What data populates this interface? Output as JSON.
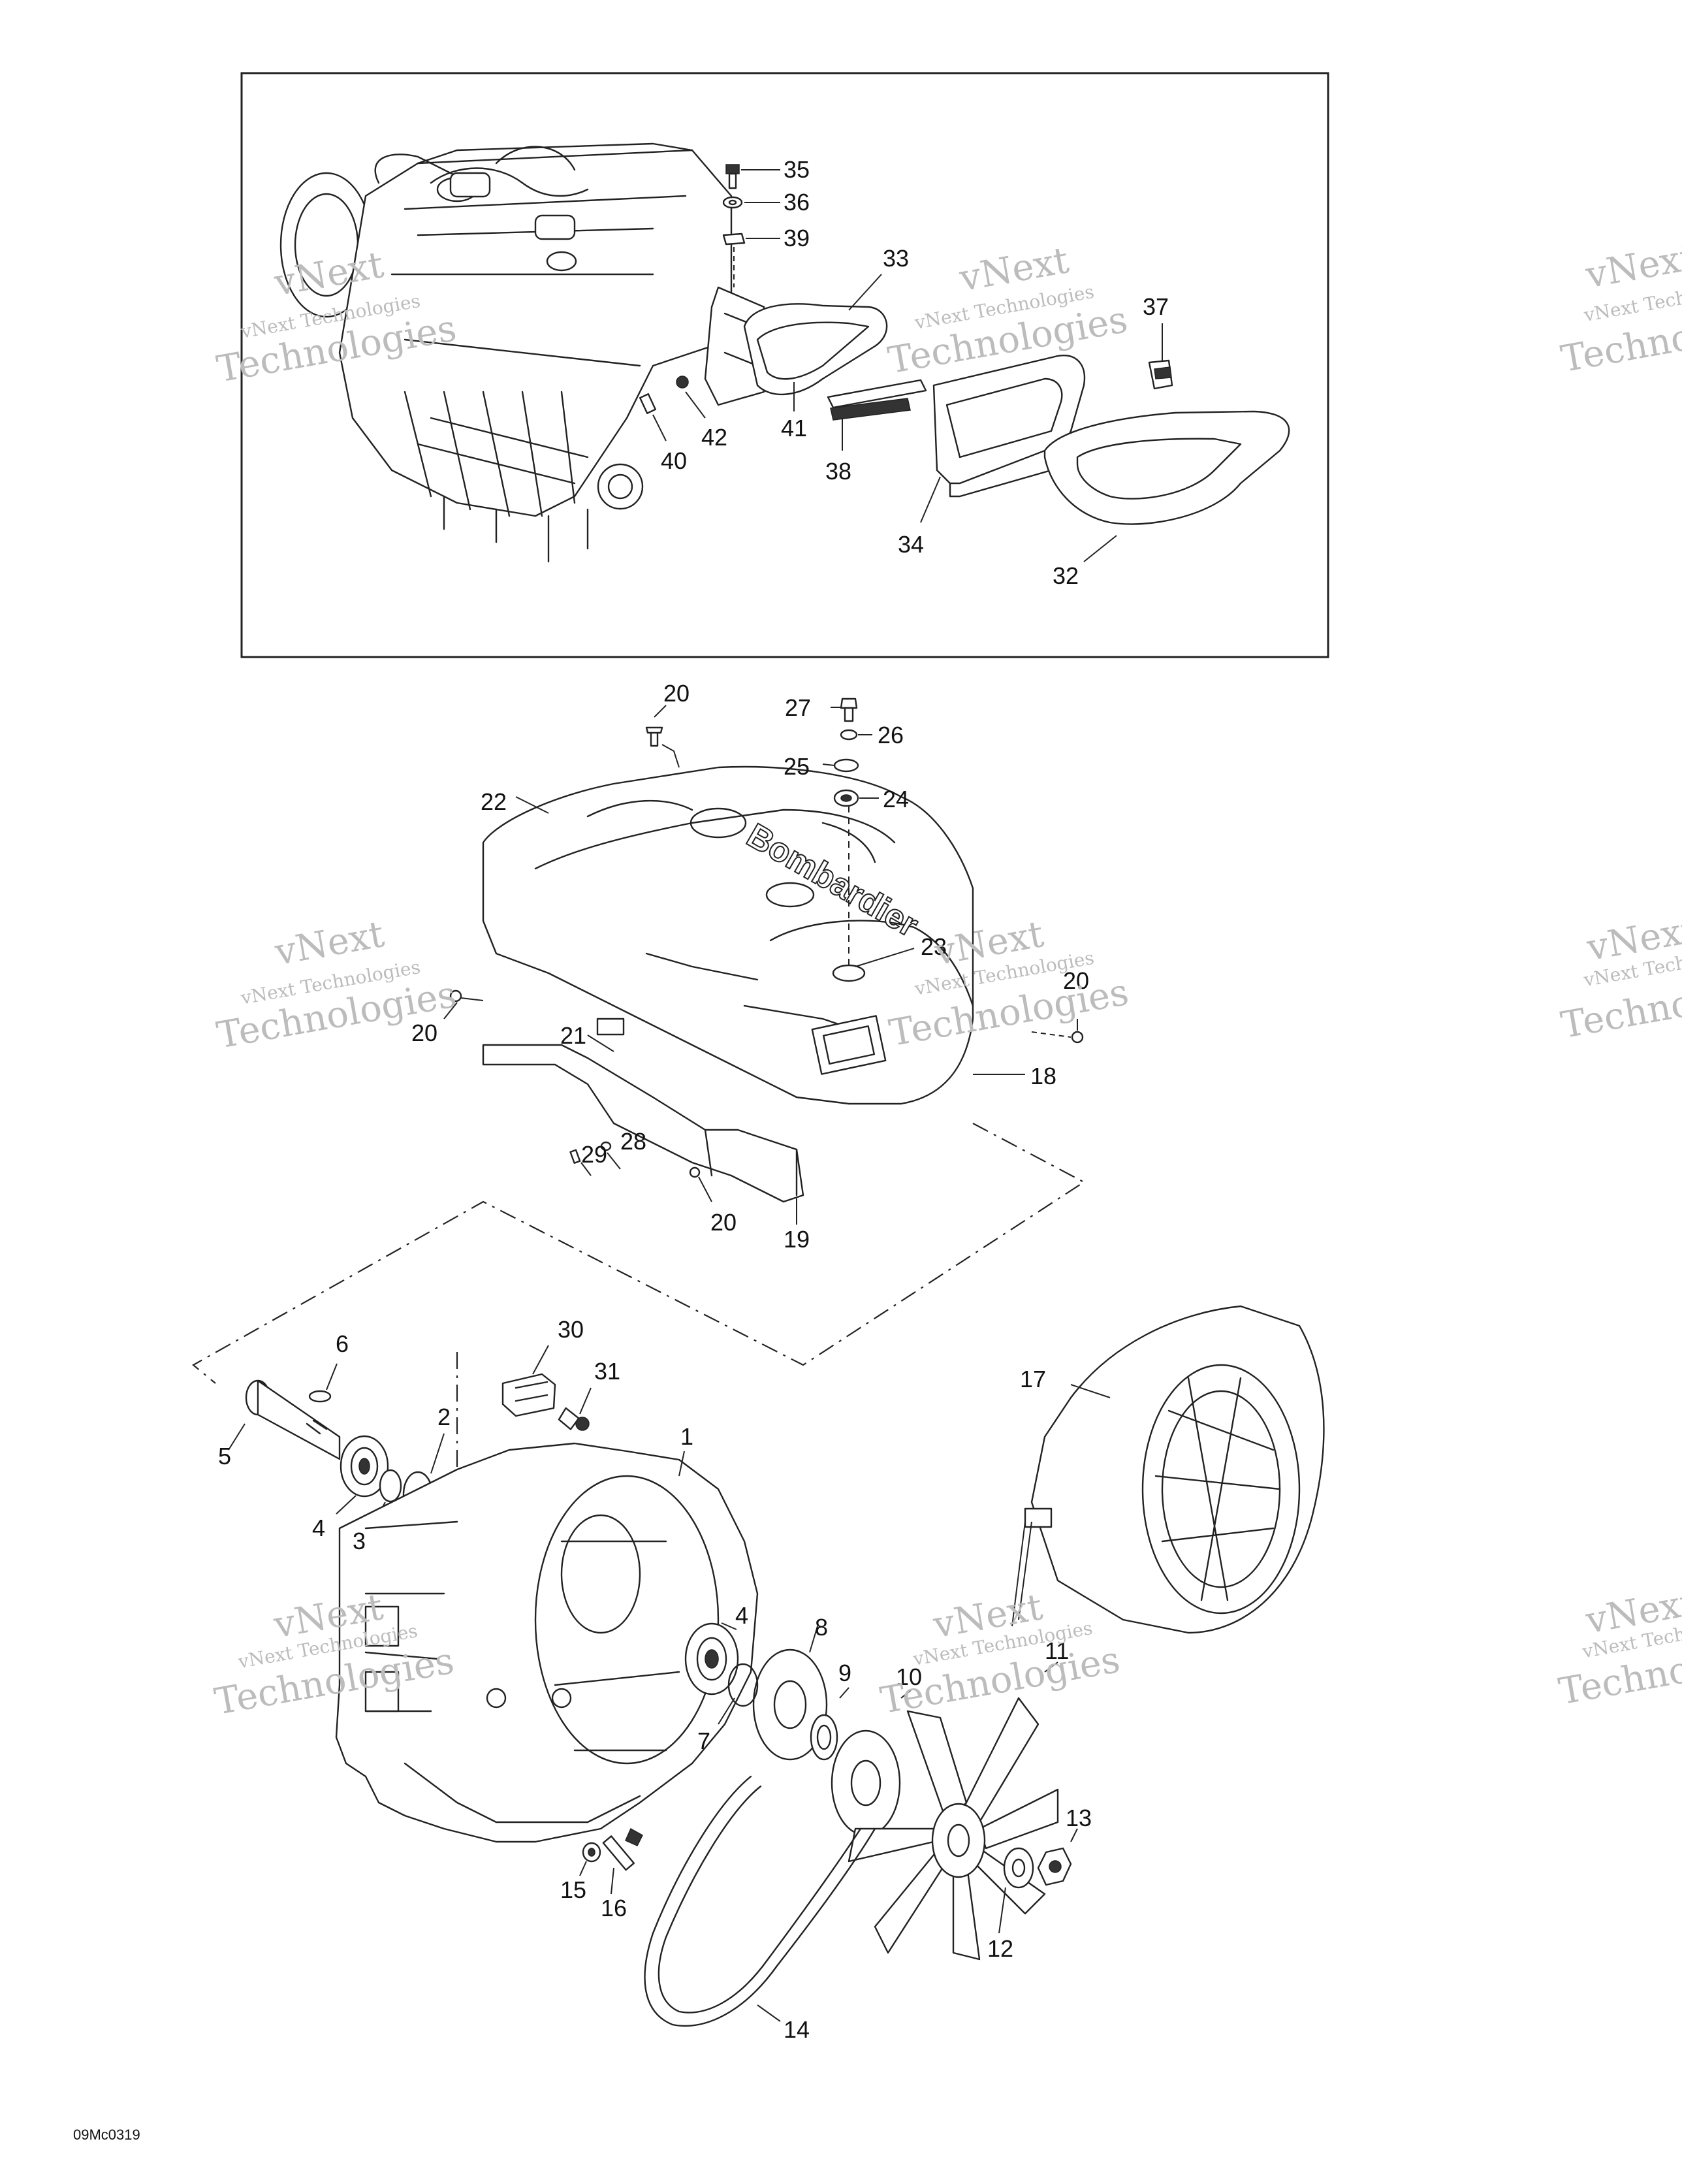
{
  "diagram_code": "09Mc0319",
  "watermark": {
    "line1": "vNext",
    "line2": "vNext Technologies",
    "line3": "Technologies",
    "color": "#bcbcbc"
  },
  "callouts": {
    "c1": "1",
    "c2": "2",
    "c3": "3",
    "c4a": "4",
    "c4b": "4",
    "c5": "5",
    "c6": "6",
    "c7": "7",
    "c8": "8",
    "c9": "9",
    "c10": "10",
    "c11": "11",
    "c12": "12",
    "c13": "13",
    "c14": "14",
    "c15": "15",
    "c16": "16",
    "c17": "17",
    "c18": "18",
    "c19": "19",
    "c20a": "20",
    "c20b": "20",
    "c20c": "20",
    "c20d": "20",
    "c21": "21",
    "c22": "22",
    "c23": "23",
    "c24": "24",
    "c25": "25",
    "c26": "26",
    "c27": "27",
    "c28": "28",
    "c29": "29",
    "c30": "30",
    "c31": "31",
    "c32": "32",
    "c33": "33",
    "c34": "34",
    "c35": "35",
    "c36": "36",
    "c37": "37",
    "c38": "38",
    "c39": "39",
    "c40": "40",
    "c41": "41",
    "c42": "42"
  },
  "cover_text": "Bombardier"
}
